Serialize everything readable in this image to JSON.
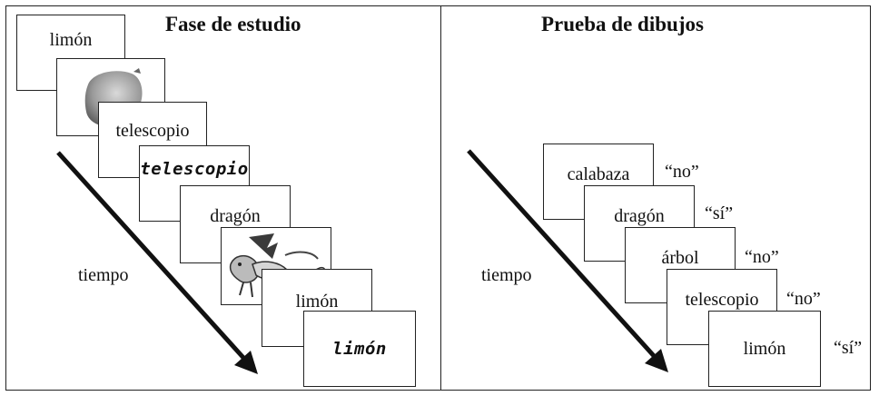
{
  "study": {
    "title": "Fase de estudio",
    "time_label": "tiempo",
    "card_limon_word": "limón",
    "card_telescopio_word": "telescopio",
    "card_telescopio_hand": "telescopio",
    "card_dragon_word": "dragón",
    "card_limon2_word": "limón",
    "card_limon_hand": "limón"
  },
  "test": {
    "title": "Prueba de dibujos",
    "time_label": "tiempo",
    "items": [
      {
        "word": "calabaza",
        "response": "“no”"
      },
      {
        "word": "dragón",
        "response": "“sí”"
      },
      {
        "word": "árbol",
        "response": "“no”"
      },
      {
        "word": "telescopio",
        "response": "“no”"
      },
      {
        "word": "limón",
        "response": "“sí”"
      }
    ]
  }
}
